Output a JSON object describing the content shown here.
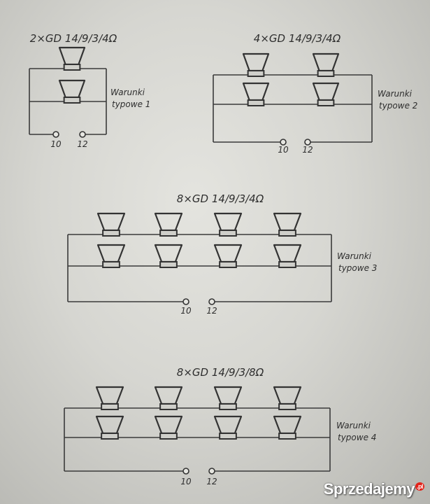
{
  "diagrams": [
    {
      "title": "2×GD 14/9/3/4Ω",
      "caption_line1": "Warunki",
      "caption_line2": "typowe 1",
      "terminal_left": "10",
      "terminal_right": "12",
      "columns": 1,
      "rows": 2
    },
    {
      "title": "4×GD 14/9/3/4Ω",
      "caption_line1": "Warunki",
      "caption_line2": "typowe 2",
      "terminal_left": "10",
      "terminal_right": "12",
      "columns": 2,
      "rows": 2
    },
    {
      "title": "8×GD 14/9/3/4Ω",
      "caption_line1": "Warunki",
      "caption_line2": "typowe 3",
      "terminal_left": "10",
      "terminal_right": "12",
      "columns": 4,
      "rows": 2
    },
    {
      "title": "8×GD 14/9/3/8Ω",
      "caption_line1": "Warunki",
      "caption_line2": "typowe 4",
      "terminal_left": "10",
      "terminal_right": "12",
      "columns": 4,
      "rows": 2
    }
  ],
  "watermark": {
    "text": "Sprzedajemy",
    "suffix": ".pl"
  }
}
